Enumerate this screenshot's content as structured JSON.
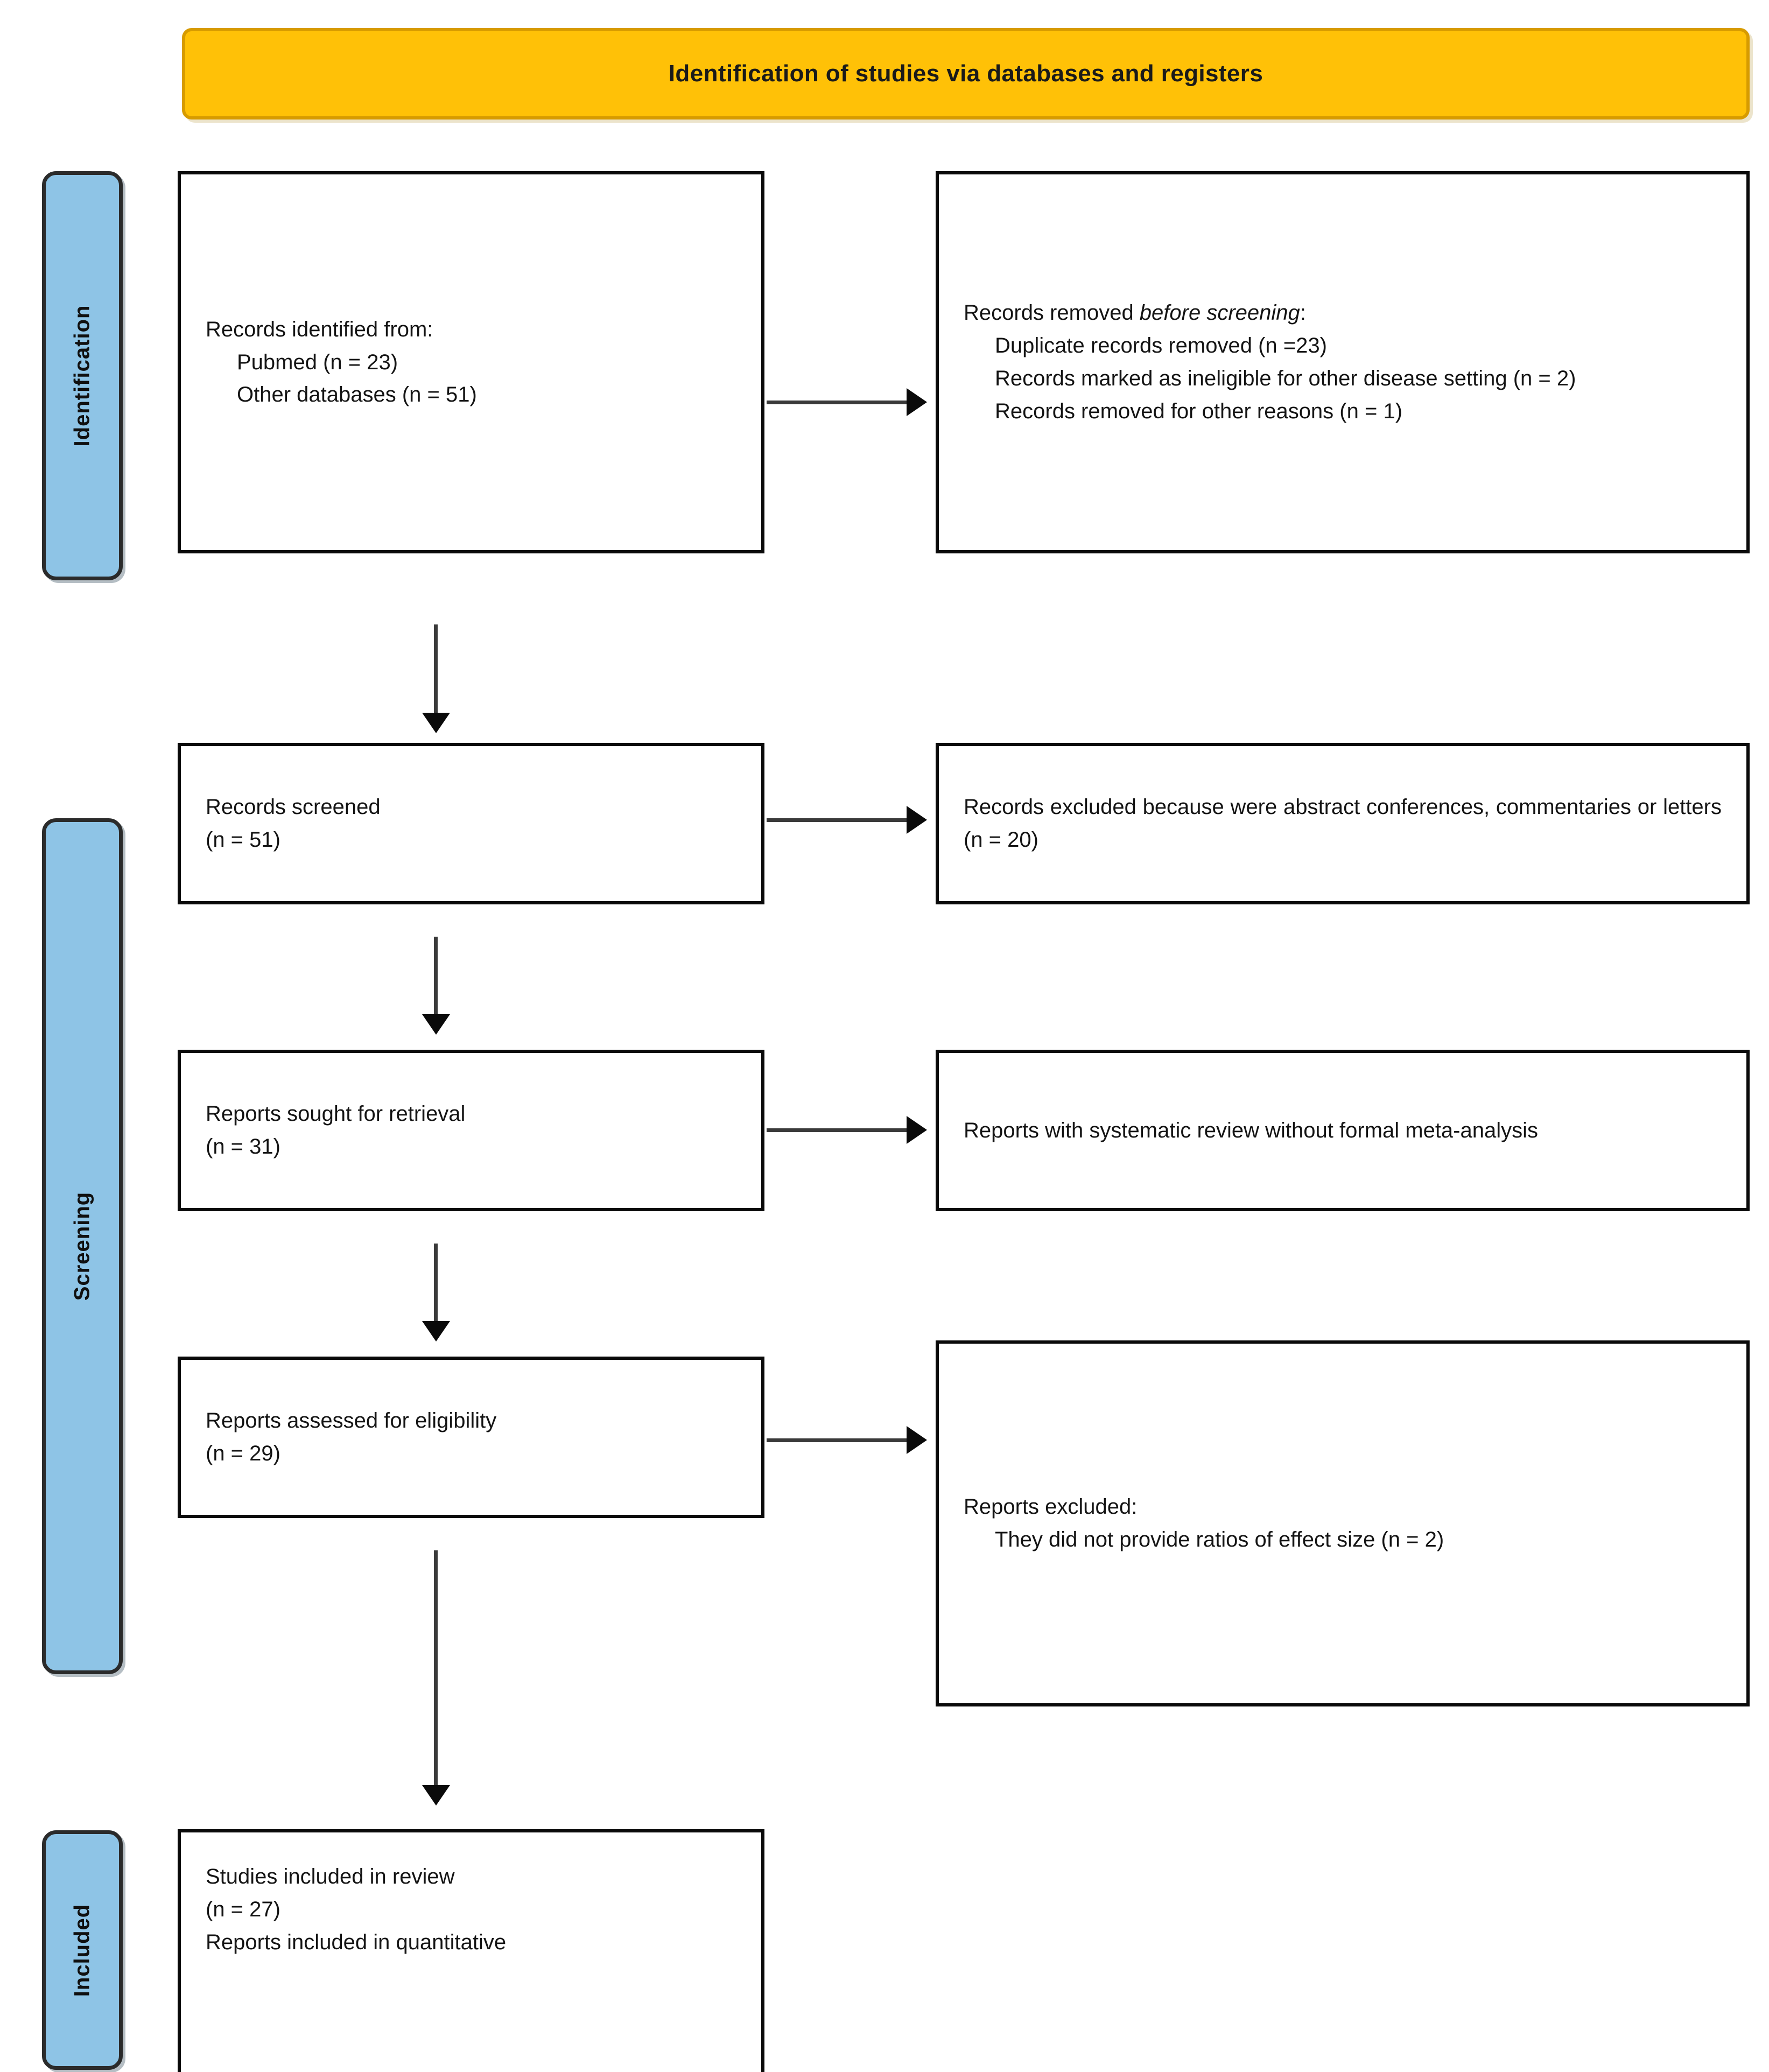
{
  "header": {
    "title": "Identification of studies via databases and registers"
  },
  "colors": {
    "header_fill": "#FFC107",
    "header_border": "#D79B00",
    "rail_fill": "#8EC4E6",
    "rail_border": "#2b2b2b",
    "box_border": "#0a0a0a",
    "text": "#141414",
    "connector": "#3a3a3a"
  },
  "stages": [
    {
      "key": "identification",
      "label": "Identification"
    },
    {
      "key": "screening",
      "label": "Screening"
    },
    {
      "key": "included",
      "label": "Included"
    }
  ],
  "boxes": {
    "identified": {
      "lines": [
        "Records identified from:",
        "Pubmed (n = 23)",
        "Other databases (n = 51)"
      ]
    },
    "removed_before_screening": {
      "heading_prefix": "Records removed ",
      "heading_italic": "before screening",
      "heading_suffix": ":",
      "lines": [
        "Duplicate records removed   (n =23)",
        "Records marked as ineligible for other disease setting (n = 2)",
        "Records removed for other reasons (n = 1)"
      ]
    },
    "screened": {
      "lines": [
        "Records screened",
        "(n = 51)"
      ]
    },
    "excluded_abstract": {
      "lines": [
        "Records excluded because were abstract conferences, commentaries or letters   (n = 20)"
      ]
    },
    "sought_for_retrieval": {
      "lines": [
        "Reports sought for retrieval",
        "(n = 31)"
      ]
    },
    "no_formal_meta": {
      "lines": [
        "Reports with systematic review without formal meta-analysis"
      ]
    },
    "assessed_for_eligibility": {
      "lines": [
        "Reports assessed for eligibility",
        "(n = 29)"
      ]
    },
    "reports_excluded": {
      "lines": [
        "Reports excluded:",
        "They did not provide ratios of effect size (n = 2)"
      ]
    },
    "included_in_review": {
      "lines": [
        "Studies included in review",
        "(n = 27)",
        "Reports  included  in  quantitative"
      ]
    }
  },
  "connectors": {
    "identified_to_removed": "arrow-right",
    "screened_to_excluded": "arrow-right",
    "sought_to_nometa": "arrow-right",
    "assessed_to_excluded": "arrow-right",
    "identified_to_screened": "arrow-down",
    "screened_to_sought": "arrow-down",
    "sought_to_assessed": "arrow-down",
    "assessed_to_included": "arrow-down"
  }
}
